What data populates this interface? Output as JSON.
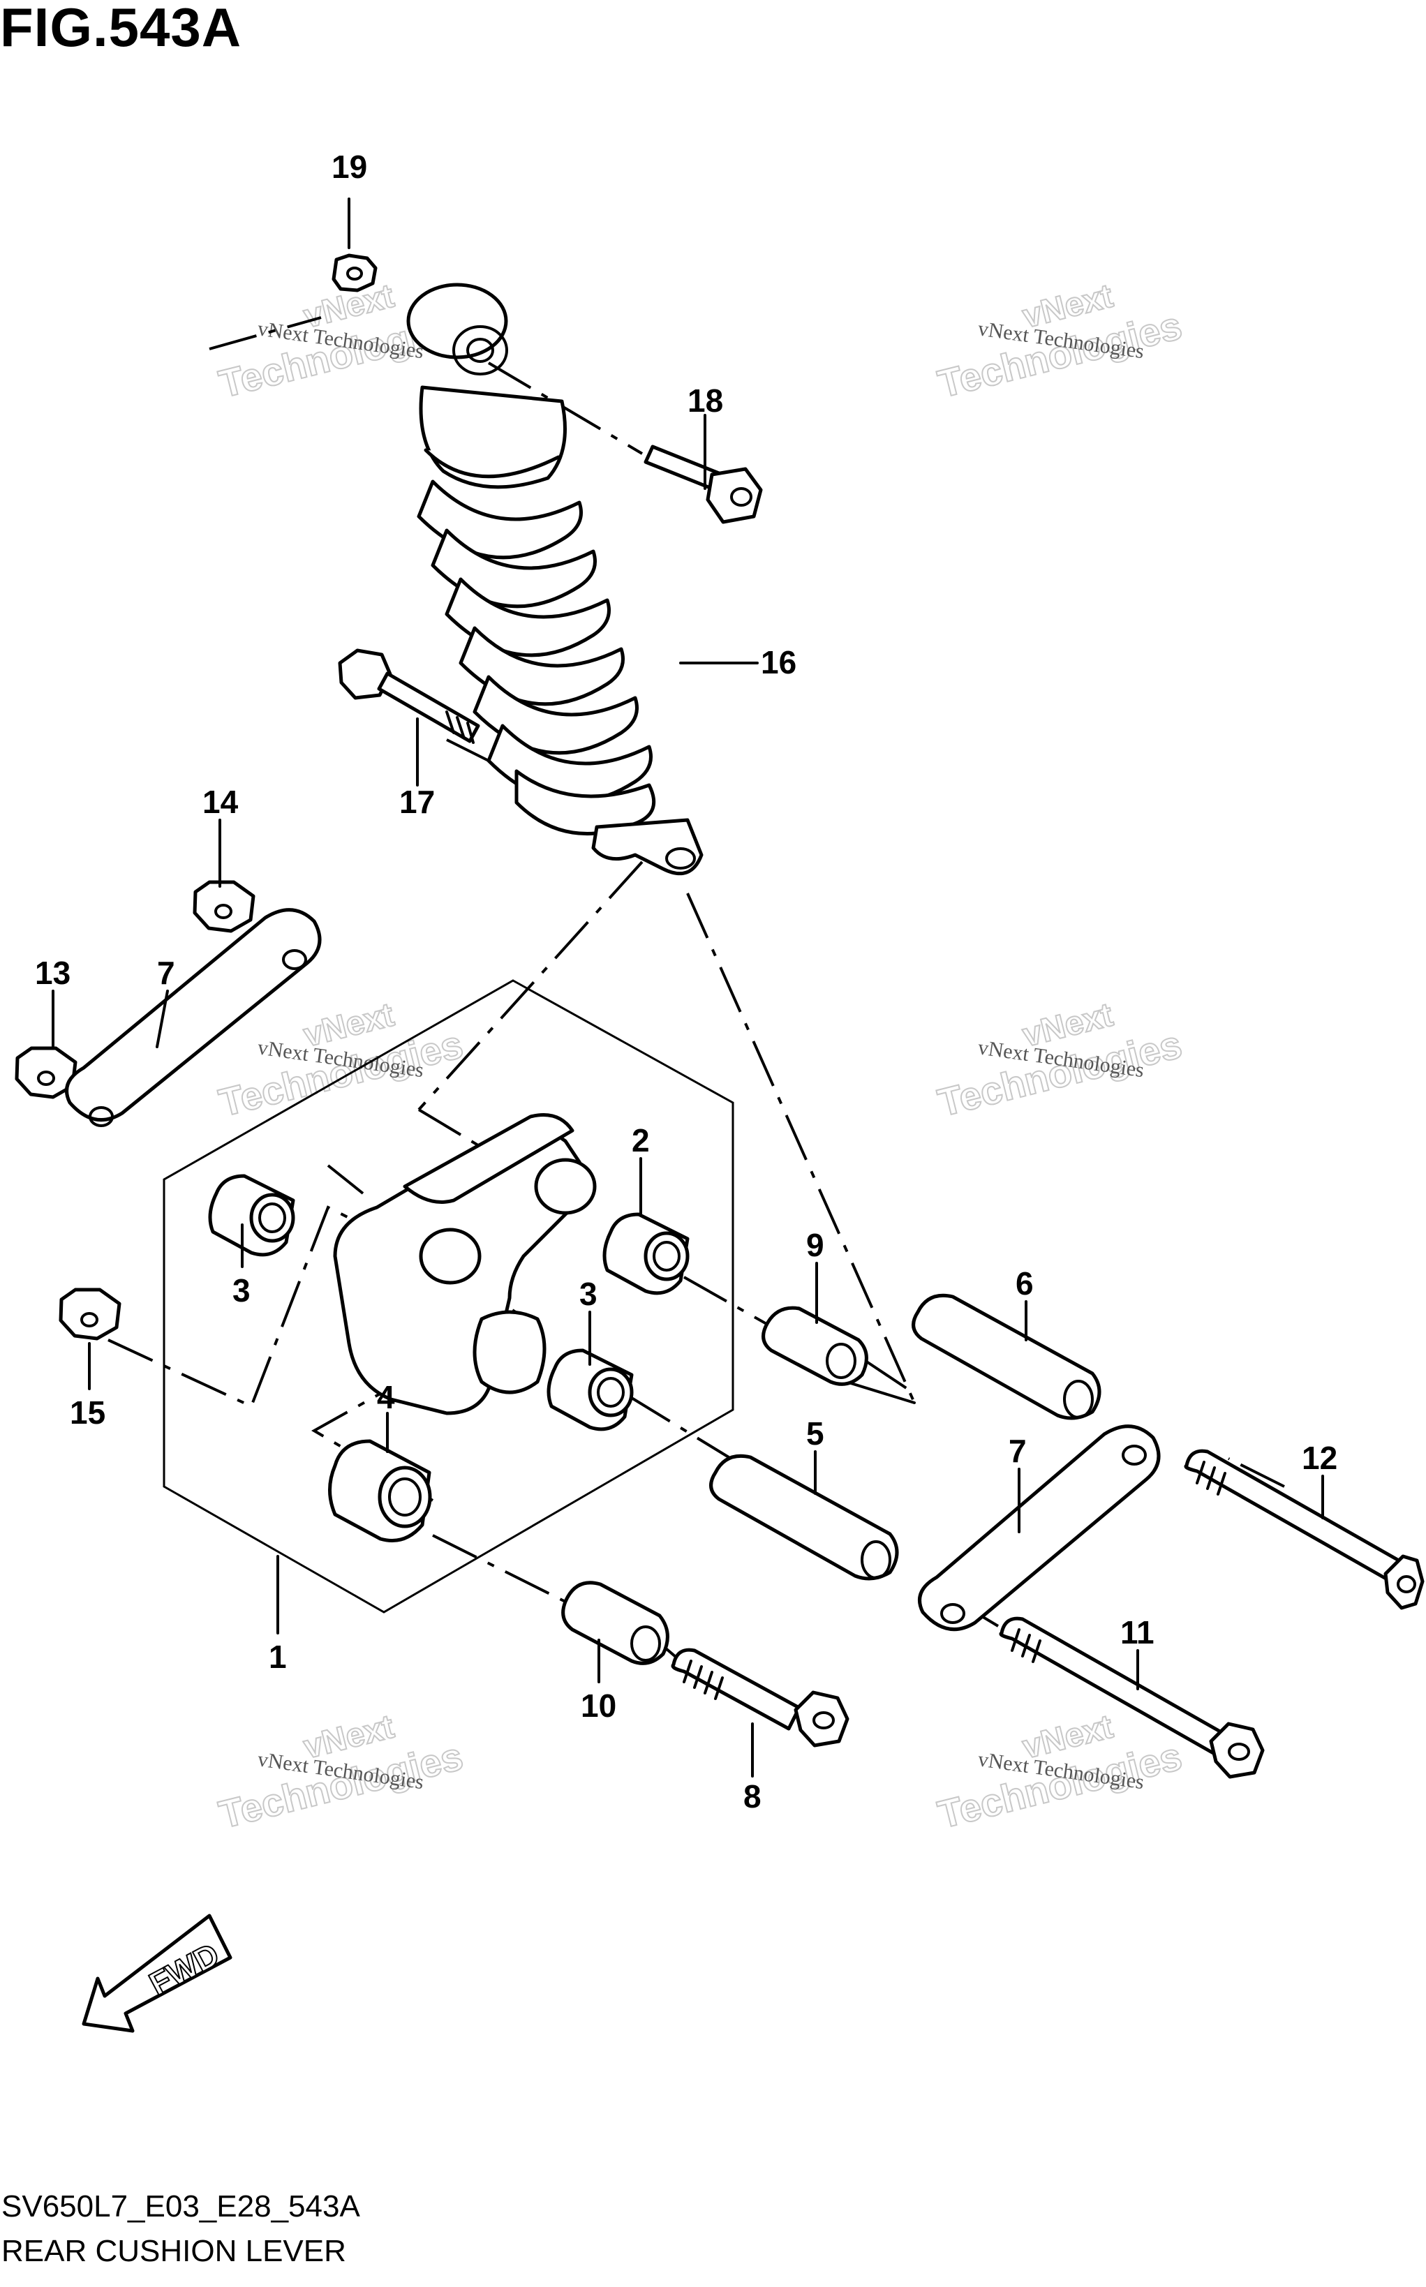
{
  "figure": {
    "title": "FIG.543A",
    "code": "SV650L7_E03_E28_543A",
    "name": "REAR CUSHION LEVER"
  },
  "watermark": {
    "line1": "vNext Technologies",
    "line2": "vNext",
    "line3": "Technologies"
  },
  "fwd_label": "FWD",
  "callouts": [
    "1",
    "2",
    "3",
    "3",
    "4",
    "5",
    "6",
    "7",
    "7",
    "8",
    "9",
    "10",
    "11",
    "12",
    "13",
    "14",
    "15",
    "16",
    "17",
    "18",
    "19"
  ]
}
